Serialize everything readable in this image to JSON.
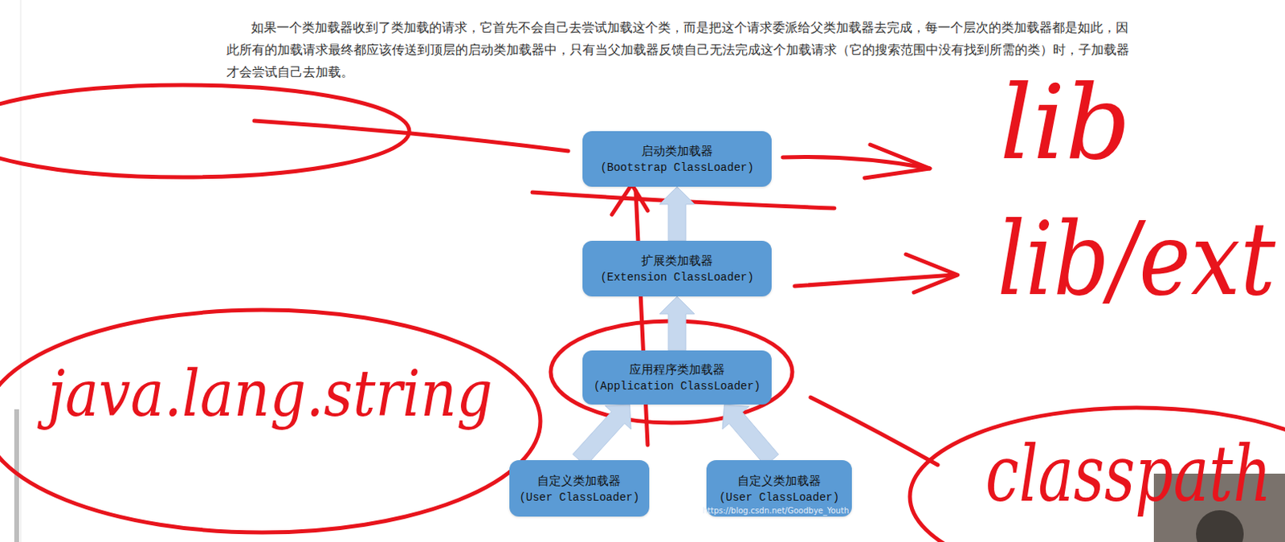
{
  "diagram": {
    "nodes": [
      {
        "text": [
          "启动类加载器",
          "(Bootstrap ClassLoader)"
        ]
      },
      {
        "text": [
          "扩展类加载器",
          "(Extension ClassLoader)"
        ]
      },
      {
        "text": [
          "应用程序类加载器",
          "(Application ClassLoader)"
        ]
      },
      {
        "text": [
          "自定义类加载器",
          "(User ClassLoader)"
        ]
      },
      {
        "text": [
          "自定义类加载器",
          "(User ClassLoader)"
        ]
      }
    ],
    "edges": [
      {
        "from": 1,
        "to": 0,
        "arrow": "to"
      },
      {
        "from": 2,
        "to": 1,
        "arrow": "to"
      },
      {
        "from": 3,
        "to": 2,
        "arrow": "to"
      },
      {
        "from": 4,
        "to": 2,
        "arrow": "to"
      }
    ],
    "labels": [
      "如果一个类加载器收到了类加载的请求，它首先不会自己去尝试加载这个类，而是把这个请求委派给父类加载器去完成，每一个层次的类加载器都是如此，因此所有的加载请求最终都应该传送到顶层的启动类加载器中，只有当父加载器反馈自己无法完成这个加载请求（它的搜索范围中没有找到所需的类）时，子加载器才会尝试自己去加载。",
      "lib",
      "lib/ext",
      "java.lang.string",
      "classpath",
      "https://blog.csdn.net/Goodbye_Youth"
    ]
  }
}
